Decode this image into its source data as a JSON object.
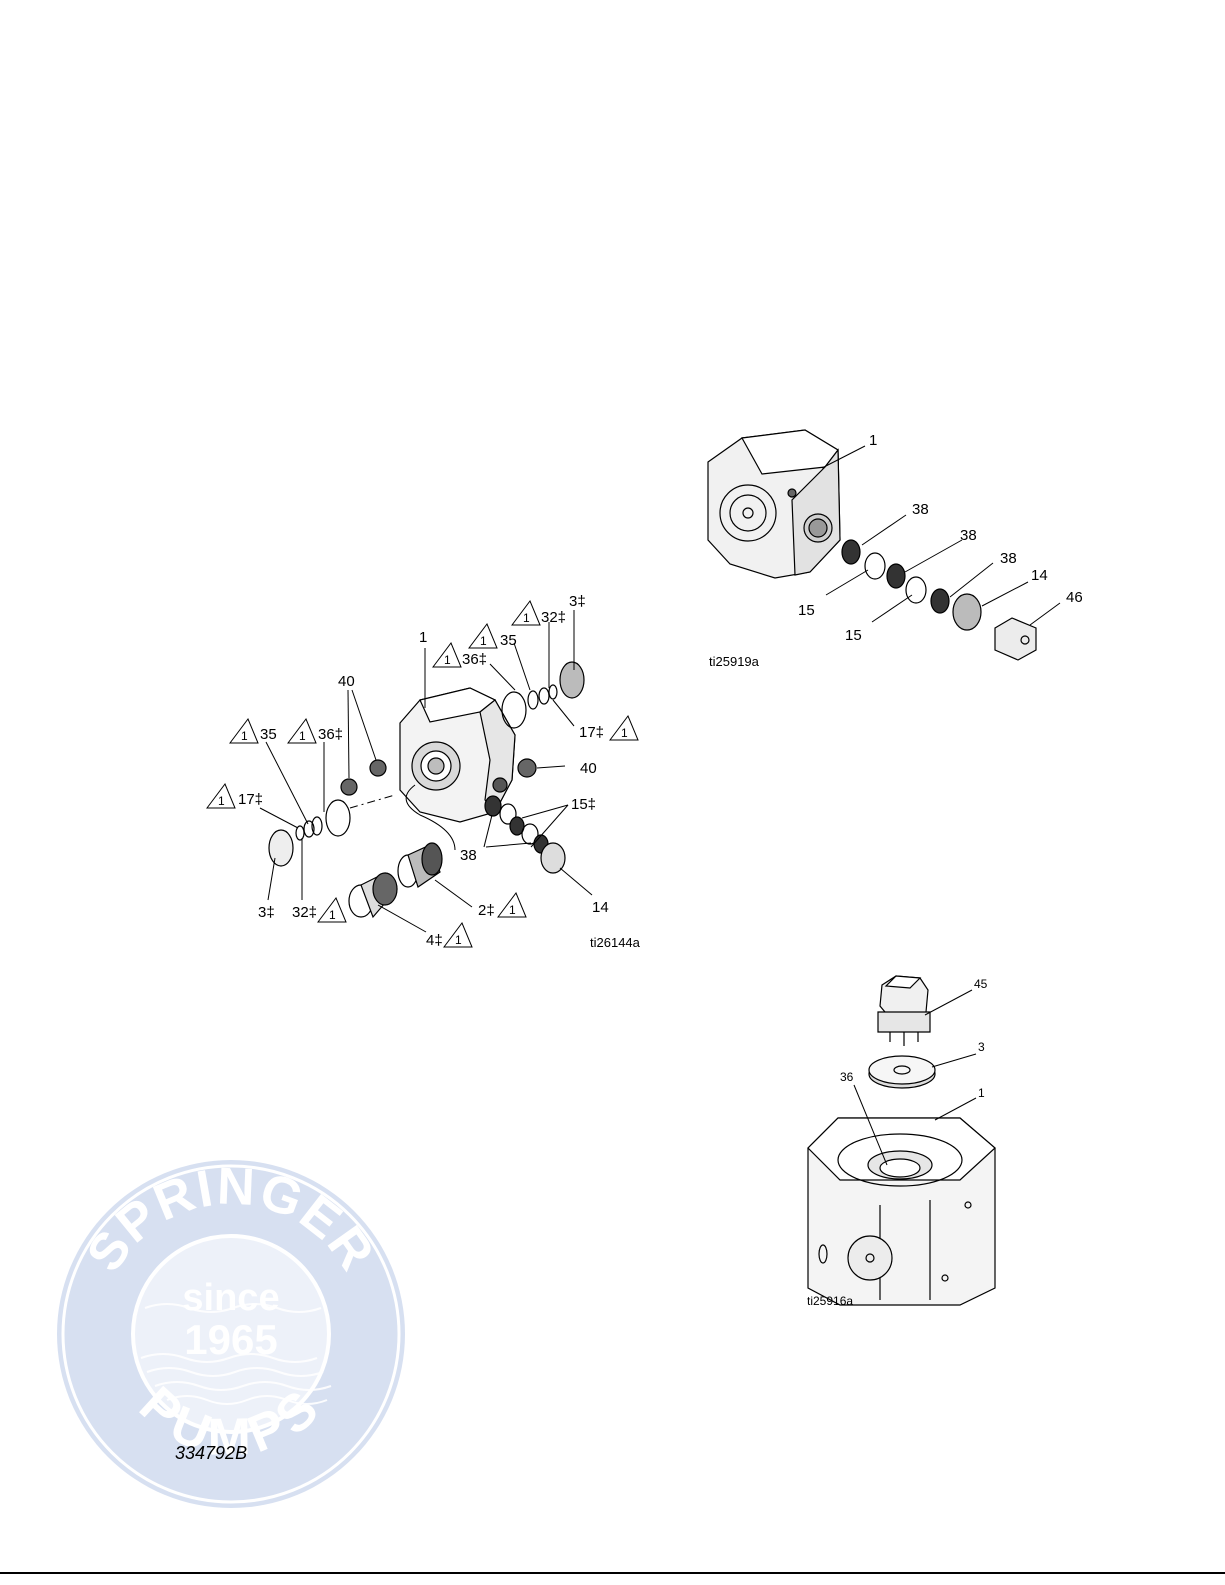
{
  "watermark": {
    "brand_top": "SPRINGER",
    "brand_bottom": "PUMPS",
    "since": "since",
    "year": "1965",
    "color": "#c9d6ec"
  },
  "figure_left": {
    "id": "ti26144a",
    "callouts": [
      {
        "key": "c1",
        "text": "1"
      },
      {
        "key": "c40a",
        "text": "40"
      },
      {
        "key": "c35a",
        "text": "35"
      },
      {
        "key": "c36a",
        "text": "36‡"
      },
      {
        "key": "c17a",
        "text": "17‡"
      },
      {
        "key": "c3a",
        "text": "3‡"
      },
      {
        "key": "c32a",
        "text": "32‡"
      },
      {
        "key": "c4",
        "text": "4‡"
      },
      {
        "key": "c2",
        "text": "2‡"
      },
      {
        "key": "c38",
        "text": "38"
      },
      {
        "key": "c14",
        "text": "14"
      },
      {
        "key": "c15",
        "text": "15‡"
      },
      {
        "key": "c40b",
        "text": "40"
      },
      {
        "key": "c17b",
        "text": "17‡"
      },
      {
        "key": "c36b",
        "text": "36‡"
      },
      {
        "key": "c35b",
        "text": "35"
      },
      {
        "key": "c32b",
        "text": "32‡"
      },
      {
        "key": "c3b",
        "text": "3‡"
      }
    ],
    "warning_marker": "1"
  },
  "figure_top_right": {
    "id": "ti25919a",
    "callouts": [
      {
        "key": "c1",
        "text": "1"
      },
      {
        "key": "c38a",
        "text": "38"
      },
      {
        "key": "c38b",
        "text": "38"
      },
      {
        "key": "c38c",
        "text": "38"
      },
      {
        "key": "c14",
        "text": "14"
      },
      {
        "key": "c46",
        "text": "46"
      },
      {
        "key": "c15a",
        "text": "15"
      },
      {
        "key": "c15b",
        "text": "15"
      }
    ]
  },
  "figure_bottom_right": {
    "id": "ti25916a",
    "callouts": [
      {
        "key": "c45",
        "text": "45"
      },
      {
        "key": "c3",
        "text": "3"
      },
      {
        "key": "c36",
        "text": "36"
      },
      {
        "key": "c1",
        "text": "1"
      }
    ]
  },
  "footer": {
    "document_number": "334792B"
  }
}
